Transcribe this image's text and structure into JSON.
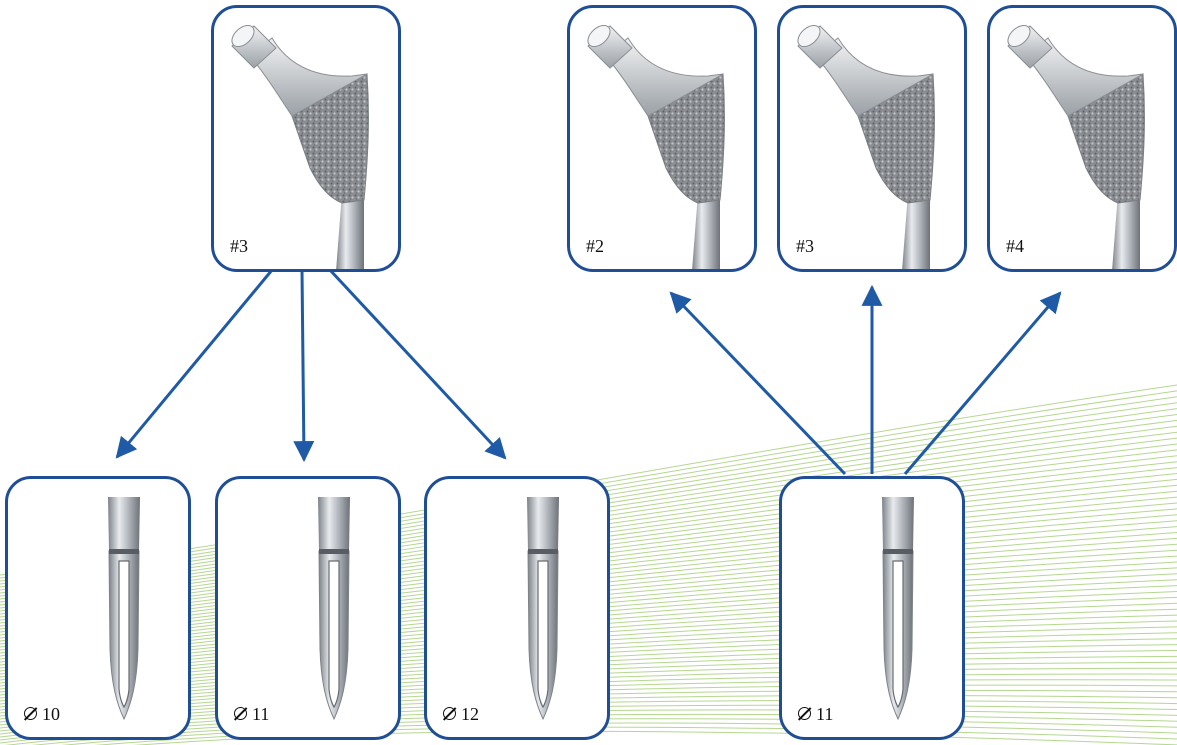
{
  "colors": {
    "border": "#1f4e96",
    "arrow": "#1f5aa6",
    "background_lines": "#9cc96b"
  },
  "components": {
    "necks_left": [
      {
        "label": "#3"
      }
    ],
    "necks_right": [
      {
        "label": "#2"
      },
      {
        "label": "#3"
      },
      {
        "label": "#4"
      }
    ],
    "stems_left": [
      {
        "label": "10",
        "icon": "diameter-icon"
      },
      {
        "label": "11",
        "icon": "diameter-icon"
      },
      {
        "label": "12",
        "icon": "diameter-icon"
      }
    ],
    "stems_right": [
      {
        "label": "11",
        "icon": "diameter-icon"
      }
    ]
  },
  "relations": [
    {
      "from": "neck-left-3",
      "to": "stem-left-10"
    },
    {
      "from": "neck-left-3",
      "to": "stem-left-11"
    },
    {
      "from": "neck-left-3",
      "to": "stem-left-12"
    },
    {
      "from": "stem-right-11",
      "to": "neck-right-2"
    },
    {
      "from": "stem-right-11",
      "to": "neck-right-3"
    },
    {
      "from": "stem-right-11",
      "to": "neck-right-4"
    }
  ]
}
